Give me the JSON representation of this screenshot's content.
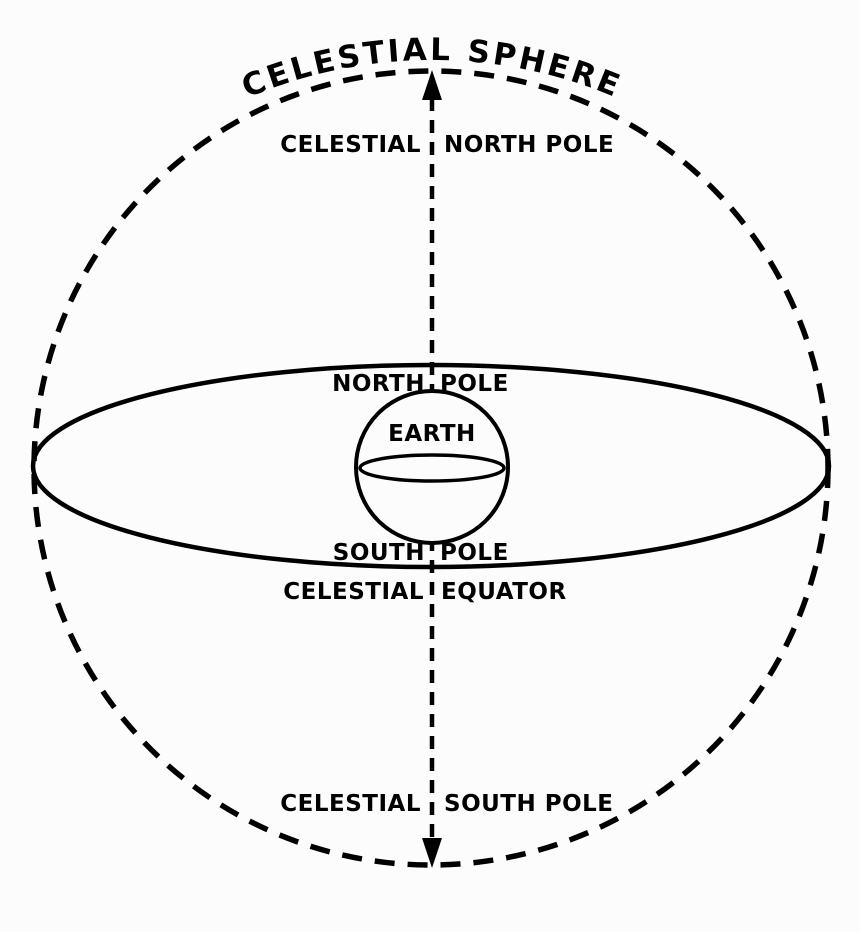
{
  "title": "CELESTIAL SPHERE",
  "labels": {
    "celestial_north_pole": {
      "left": "CELESTIAL",
      "right": "NORTH POLE"
    },
    "earth_north_pole": {
      "left": "NORTH",
      "right": "POLE"
    },
    "earth": "EARTH",
    "earth_south_pole": {
      "left": "SOUTH",
      "right": "POLE"
    },
    "celestial_equator": {
      "left": "CELESTIAL",
      "right": "EQUATOR"
    },
    "celestial_south_pole": {
      "left": "CELESTIAL",
      "right": "SOUTH POLE"
    }
  },
  "colors": {
    "ink": "#000000",
    "background": "#fcfcfc"
  }
}
